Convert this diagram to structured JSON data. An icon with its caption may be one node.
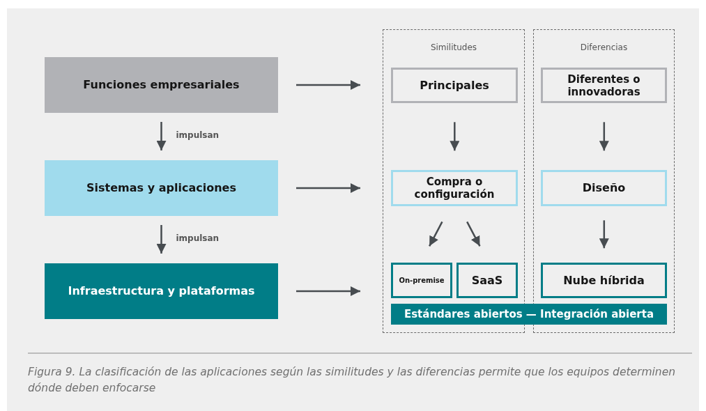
{
  "diagram": {
    "caption": "Figura 9. La clasificación de las aplicaciones según las similitudes y las diferencias permite que los equipos determinen dónde deben enfocarse",
    "nodes": [
      {
        "text": [
          "Funciones empresariales"
        ]
      },
      {
        "text": [
          "Sistemas y aplicaciones"
        ]
      },
      {
        "text": [
          "Infraestructura y plataformas"
        ]
      },
      {
        "text": [
          "Similitudes"
        ]
      },
      {
        "text": [
          "Principales"
        ],
        "in": 3
      },
      {
        "text": [
          "Compra o configuración"
        ],
        "in": 3
      },
      {
        "text": [
          "On-premise"
        ],
        "in": 3
      },
      {
        "text": [
          "SaaS"
        ],
        "in": 3
      },
      {
        "text": [
          "Diferencias"
        ]
      },
      {
        "text": [
          "Diferentes o innovadoras"
        ],
        "in": 8
      },
      {
        "text": [
          "Diseño"
        ],
        "in": 8
      },
      {
        "text": [
          "Nube híbrida"
        ],
        "in": 8
      },
      {
        "text": [
          "Estándares abiertos — Integración abierta"
        ]
      }
    ],
    "edges": [
      {
        "from": 0,
        "to": 1,
        "arrow": "to",
        "label": "impulsan"
      },
      {
        "from": 1,
        "to": 2,
        "arrow": "to",
        "label": "impulsan"
      },
      {
        "from": 0,
        "to": null,
        "arrow": "to"
      },
      {
        "from": 1,
        "to": null,
        "arrow": "to"
      },
      {
        "from": 2,
        "to": null,
        "arrow": "to"
      },
      {
        "from": 4,
        "to": 5,
        "arrow": "to"
      },
      {
        "from": 5,
        "to": 6,
        "arrow": "to"
      },
      {
        "from": 5,
        "to": 7,
        "arrow": "to"
      },
      {
        "from": 9,
        "to": 10,
        "arrow": "to"
      },
      {
        "from": 10,
        "to": 11,
        "arrow": "to"
      }
    ]
  }
}
